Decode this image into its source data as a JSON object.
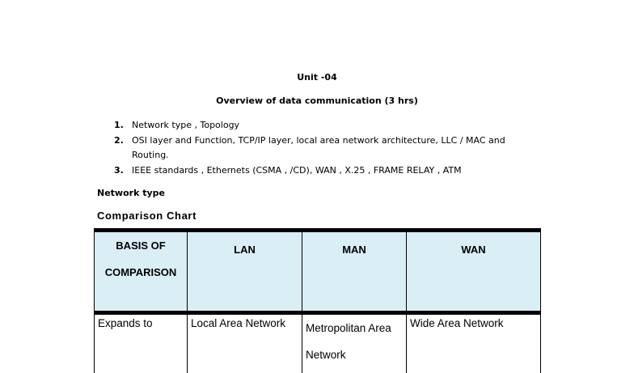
{
  "document": {
    "unit_title": "Unit -04",
    "overview_title": "Overview of data communication (3 hrs)",
    "topics": [
      {
        "num": "1.",
        "text": "Network type , Topology"
      },
      {
        "num": "2.",
        "text": "OSI layer and Function, TCP/IP layer, local area network architecture, LLC / MAC and Routing."
      },
      {
        "num": "3.",
        "text": "IEEE standards , Ethernets (CSMA , /CD), WAN , X.25 , FRAME RELAY , ATM"
      }
    ],
    "section_heading": "Network type",
    "chart_heading": "Comparison Chart",
    "table": {
      "header_bg": "#daeef6",
      "headers": {
        "basis_line1": "BASIS OF",
        "basis_line2": "COMPARISON",
        "lan": "LAN",
        "man": "MAN",
        "wan": "WAN"
      },
      "rows": [
        {
          "basis": "Expands to",
          "lan": "Local Area Network",
          "man": "Metropolitan Area Network",
          "wan": "Wide Area Network"
        }
      ]
    }
  }
}
